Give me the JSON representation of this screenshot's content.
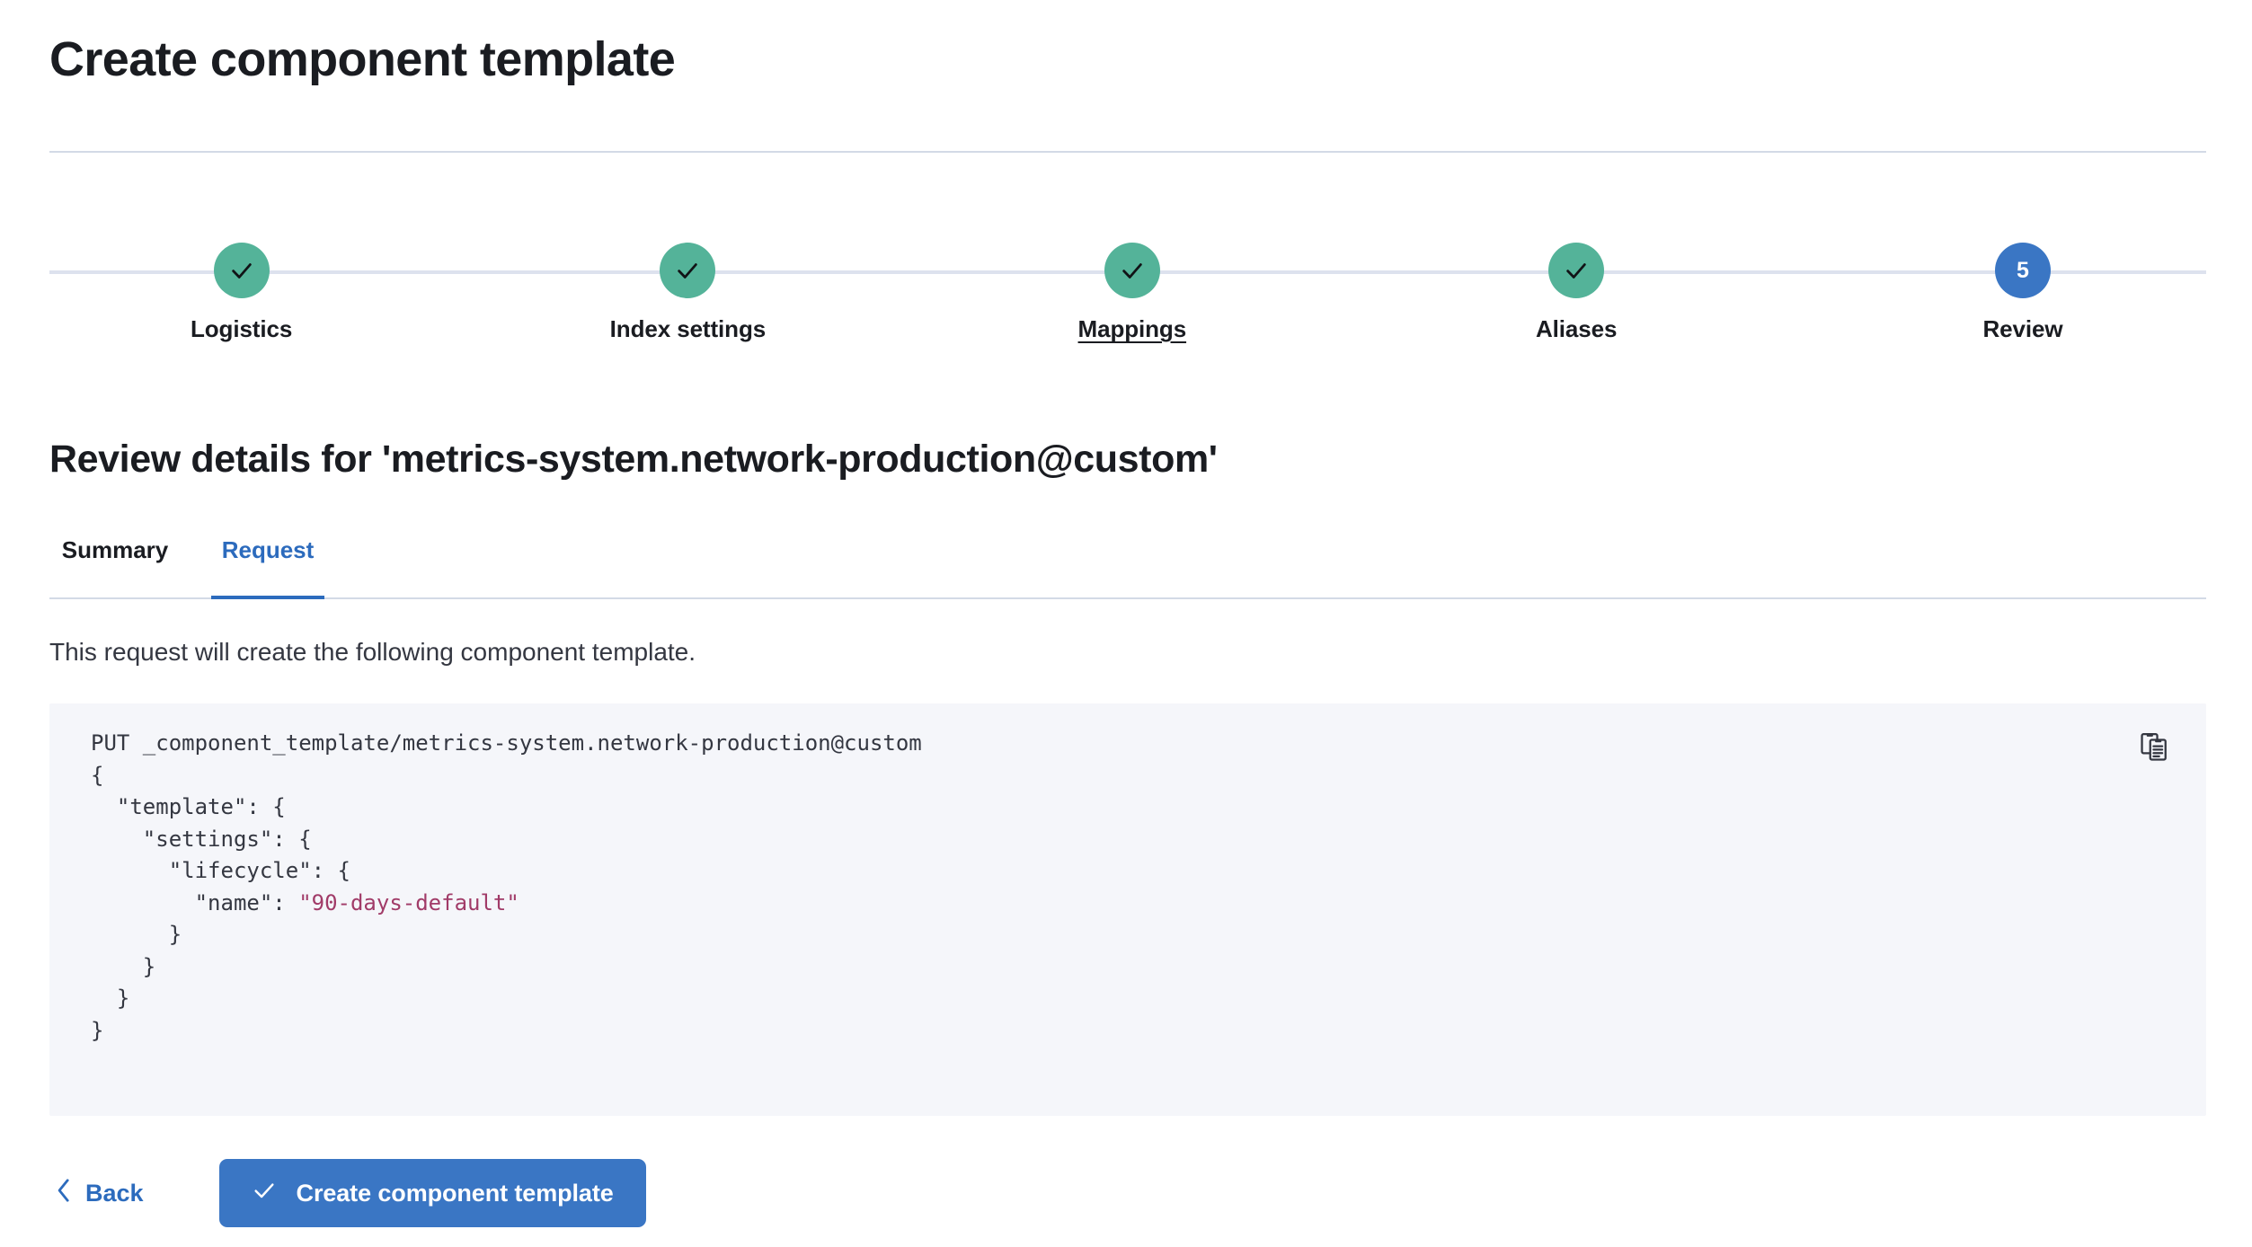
{
  "page": {
    "title": "Create component template"
  },
  "steps": {
    "items": [
      {
        "label": "Logistics",
        "state": "complete",
        "marker": "check",
        "underline": false,
        "x_pct": 8.9
      },
      {
        "label": "Index settings",
        "state": "complete",
        "marker": "check",
        "underline": false,
        "x_pct": 29.6
      },
      {
        "label": "Mappings",
        "state": "complete",
        "marker": "check",
        "underline": true,
        "x_pct": 50.2
      },
      {
        "label": "Aliases",
        "state": "complete",
        "marker": "check",
        "underline": false,
        "x_pct": 70.8
      },
      {
        "label": "Review",
        "state": "current",
        "marker": "5",
        "underline": false,
        "x_pct": 91.5
      }
    ],
    "colors": {
      "complete": "#54b399",
      "current": "#3a76c4",
      "track": "#dde2ee"
    }
  },
  "review": {
    "heading": "Review details for 'metrics-system.network-production@custom'",
    "tabs": [
      {
        "id": "summary",
        "label": "Summary",
        "active": false
      },
      {
        "id": "request",
        "label": "Request",
        "active": true
      }
    ],
    "description": "This request will create the following component template.",
    "request": {
      "method_line": "PUT _component_template/metrics-system.network-production@custom",
      "body_lines": [
        "{",
        "  \"template\": {",
        "    \"settings\": {",
        "      \"lifecycle\": {",
        "        \"name\": \"90-days-default\"",
        "      }",
        "    }",
        "  }",
        "}"
      ],
      "string_value": "\"90-days-default\"",
      "copy_icon": "copy-clipboard-icon"
    }
  },
  "footer": {
    "back_label": "Back",
    "back_icon": "chevron-left-icon",
    "submit_label": "Create component template",
    "submit_icon": "check-icon",
    "submit_color": "#3a76c4"
  }
}
